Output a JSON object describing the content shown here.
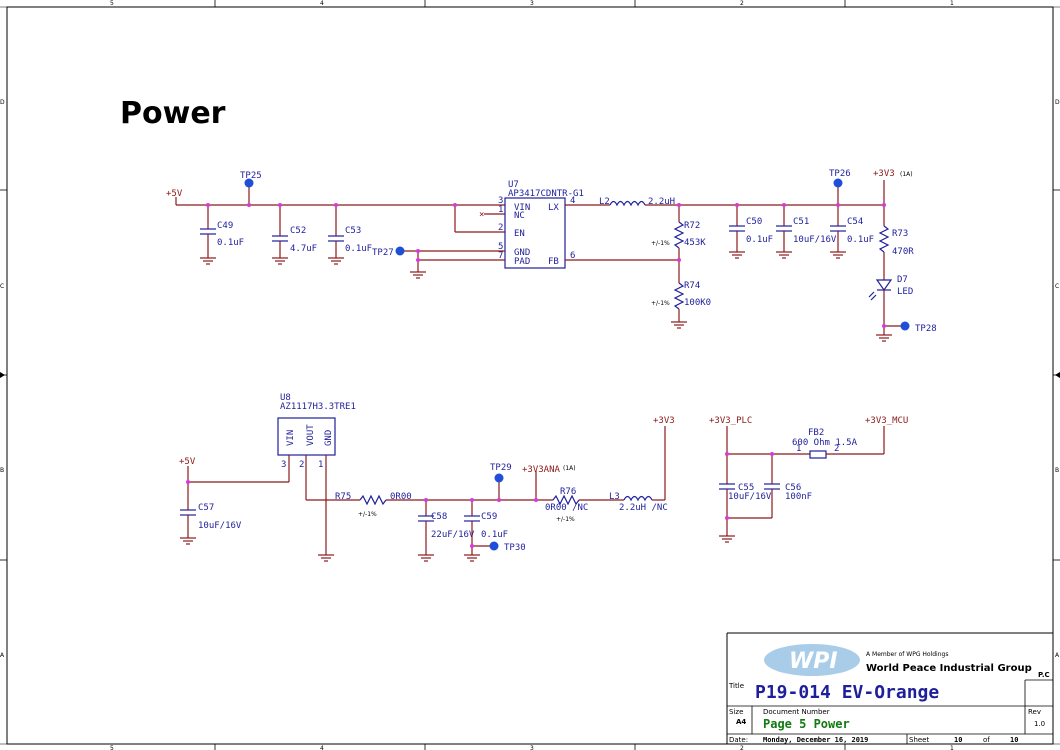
{
  "sheet": {
    "title": "Power",
    "border_ticks_top": [
      "5",
      "4",
      "3",
      "2",
      "1"
    ],
    "border_ticks_bottom": [
      "5",
      "4",
      "3",
      "2",
      "1"
    ],
    "border_ticks_left": [
      "D",
      "C",
      "B",
      "A"
    ],
    "border_ticks_right": [
      "D",
      "C",
      "B",
      "A"
    ]
  },
  "nets": {
    "p5v_top": "+5V",
    "p5v_bottom": "+5V",
    "p3v3_top": "+3V3",
    "p3v3_top_note": "(1A)",
    "p3v3_mid": "+3V3",
    "p3v3ana": "+3V3ANA",
    "p3v3ana_note": "(1A)",
    "p3v3_plc": "+3V3_PLC",
    "p3v3_mcu": "+3V3_MCU"
  },
  "components": {
    "u7": {
      "ref": "U7",
      "part": "AP3417CDNTR-G1",
      "pins": {
        "vin": "VIN",
        "nc": "NC",
        "en": "EN",
        "gnd": "GND",
        "pad": "PAD",
        "lx": "LX",
        "fb": "FB"
      },
      "pin_numbers": {
        "vin": "3",
        "nc": "1",
        "en": "2",
        "gnd": "5",
        "pad": "7",
        "lx": "4",
        "fb": "6"
      }
    },
    "u8": {
      "ref": "U8",
      "part": "AZ1117H3.3TRE1",
      "pins": {
        "vin": "VIN",
        "vout": "VOUT",
        "gnd": "GND"
      },
      "pin_numbers": {
        "vin": "3",
        "vout": "2",
        "gnd": "1"
      }
    },
    "c49": {
      "ref": "C49",
      "value": "0.1uF"
    },
    "c52": {
      "ref": "C52",
      "value": "4.7uF"
    },
    "c53": {
      "ref": "C53",
      "value": "0.1uF"
    },
    "c50": {
      "ref": "C50",
      "value": "0.1uF"
    },
    "c51": {
      "ref": "C51",
      "value": "10uF/16V"
    },
    "c54": {
      "ref": "C54",
      "value": "0.1uF"
    },
    "c57": {
      "ref": "C57",
      "value": "10uF/16V"
    },
    "c58": {
      "ref": "C58",
      "value": "22uF/16V"
    },
    "c59": {
      "ref": "C59",
      "value": "0.1uF"
    },
    "c55": {
      "ref": "C55",
      "value": "10uF/16V"
    },
    "c56": {
      "ref": "C56",
      "value": "100nF"
    },
    "l2": {
      "ref": "L2",
      "value": "2.2uH"
    },
    "l3": {
      "ref": "L3",
      "value": "2.2uH /NC"
    },
    "r72": {
      "ref": "R72",
      "value": "453K",
      "tol": "+/-1%"
    },
    "r74": {
      "ref": "R74",
      "value": "100K0",
      "tol": "+/-1%"
    },
    "r73": {
      "ref": "R73",
      "value": "470R"
    },
    "r75": {
      "ref": "R75",
      "value": "0R00",
      "tol": "+/-1%"
    },
    "r76": {
      "ref": "R76",
      "value": "0R00 /NC",
      "tol": "+/-1%"
    },
    "d7": {
      "ref": "D7",
      "value": "LED"
    },
    "fb2": {
      "ref": "FB2",
      "value": "600 Ohm 1.5A",
      "pin1": "1",
      "pin2": "2"
    },
    "tp25": "TP25",
    "tp26": "TP26",
    "tp27": "TP27",
    "tp28": "TP28",
    "tp29": "TP29",
    "tp30": "TP30"
  },
  "title_block": {
    "member_of": "A Member of WPG Holdings",
    "company": "World Peace Industrial Group",
    "logo_text": "WPI",
    "pc": "P.C",
    "title_label": "Title",
    "title": "P19-014 EV-Orange",
    "size_label": "Size",
    "size": "A4",
    "docnum_label": "Document Number",
    "docnum": "Page 5 Power",
    "rev_label": "Rev",
    "rev": "1.0",
    "date_label": "Date:",
    "date": "Monday, December 16, 2019",
    "sheet_label": "Sheet",
    "sheet_num": "10",
    "of_label": "of",
    "sheet_total": "10"
  },
  "colors": {
    "wire": "#8b1a1a",
    "component": "#1f1f9c",
    "junction": "#d63bd6",
    "testpoint": "#1e4fd6",
    "value_green": "#117a11"
  }
}
